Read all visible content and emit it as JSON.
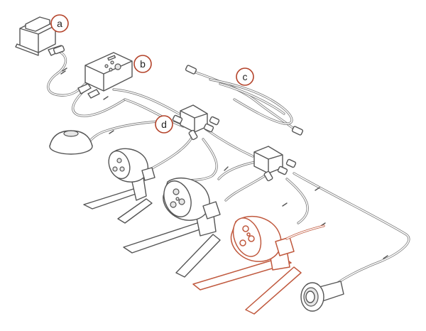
{
  "callouts": {
    "a": {
      "label": "a"
    },
    "b": {
      "label": "b"
    },
    "c": {
      "label": "c"
    },
    "d": {
      "label": "d"
    }
  },
  "colors": {
    "line": "#555555",
    "highlight": "#c0593e",
    "callout_ring": "#b4432a"
  }
}
